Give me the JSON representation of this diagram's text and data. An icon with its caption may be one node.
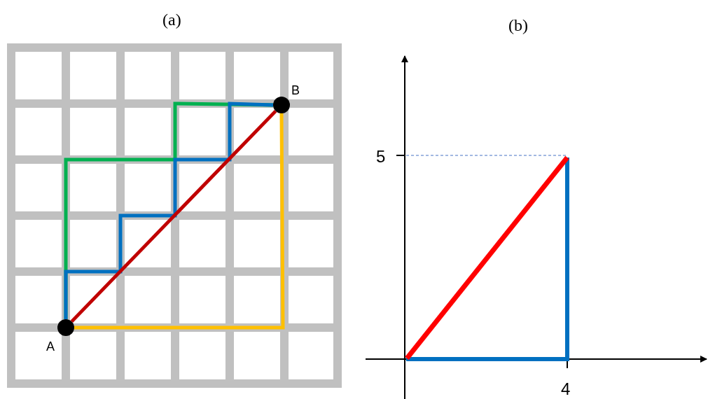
{
  "diagram": {
    "nodes": [
      {
        "text": [],
        "shape": "circle",
        "beside": [
          "A"
        ]
      },
      {
        "text": [],
        "shape": "circle",
        "beside": [
          "B"
        ]
      }
    ],
    "edges": [
      {
        "from": 0,
        "to": 1,
        "arrow": "none",
        "color": "#00b050"
      },
      {
        "from": 0,
        "to": 1,
        "arrow": "none",
        "color": "#0070c0"
      },
      {
        "from": 0,
        "to": 1,
        "arrow": "none",
        "color": "#c00000"
      },
      {
        "from": 0,
        "to": 1,
        "arrow": "none",
        "color": "#ffc000"
      }
    ],
    "labels": [
      "(a)",
      "(b)",
      "5",
      "4"
    ]
  }
}
